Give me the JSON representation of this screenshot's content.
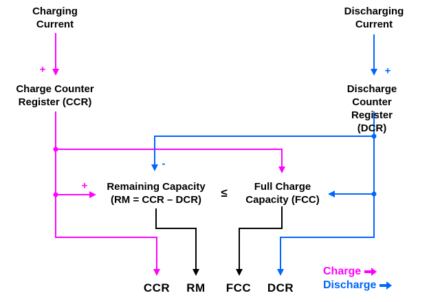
{
  "colors": {
    "charge": "#ff00ff",
    "discharge": "#0066ff",
    "neutral": "#000000",
    "background": "#ffffff"
  },
  "nodes": {
    "charging_current": {
      "label": "Charging\nCurrent"
    },
    "discharging_current": {
      "label": "Discharging\nCurrent"
    },
    "charge_counter_register": {
      "label": "Charge Counter\nRegister (CCR)"
    },
    "discharge_counter_register": {
      "label": "Discharge Counter\nRegister (DCR)"
    },
    "remaining_capacity": {
      "label": "Remaining Capacity\n(RM = CCR – DCR)"
    },
    "full_charge_capacity": {
      "label": "Full Charge\nCapacity (FCC)"
    },
    "comparator": {
      "symbol": "≤"
    }
  },
  "operators": {
    "charging_plus": "+",
    "discharging_plus": "+",
    "remaining_plus": "+",
    "discharge_minus": "-"
  },
  "outputs": {
    "ccr": "CCR",
    "rm": "RM",
    "fcc": "FCC",
    "dcr": "DCR"
  },
  "legend": {
    "charge": {
      "label": "Charge",
      "icon": "right-arrow-icon"
    },
    "discharge": {
      "label": "Discharge",
      "icon": "right-arrow-icon"
    }
  }
}
